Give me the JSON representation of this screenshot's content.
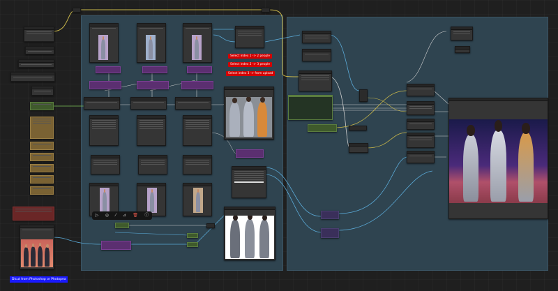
{
  "window": {
    "app": "ComfyUI node graph"
  },
  "labels": {
    "select_index_1": "Select index 1 -> 2 people",
    "select_index_2": "Select index 2 -> 3 people",
    "select_index_3": "Select index 3 -> from upload",
    "cutout_note": "Dicut from Photoshop or Photopea"
  },
  "toolbar": {
    "icons": [
      "play-icon",
      "color-icon",
      "pin-icon",
      "bypass-icon",
      "delete-icon",
      "info-icon"
    ],
    "glyphs": [
      "▷",
      "◎",
      "⁄",
      "⊿",
      "🗑",
      "ⓘ"
    ]
  },
  "colors": {
    "canvas": "#1f1f1f",
    "group": "#2f4450",
    "node": "#353535",
    "purple_node": "#5b2f70",
    "green_node": "#3f5a2c",
    "gold_node": "#7a6233",
    "red_label": "#d40000",
    "blue_note": "#1a1aff",
    "wire_yellow": "#c9b74a",
    "wire_blue": "#5aa9d6",
    "wire_white": "#cfcfcf"
  }
}
